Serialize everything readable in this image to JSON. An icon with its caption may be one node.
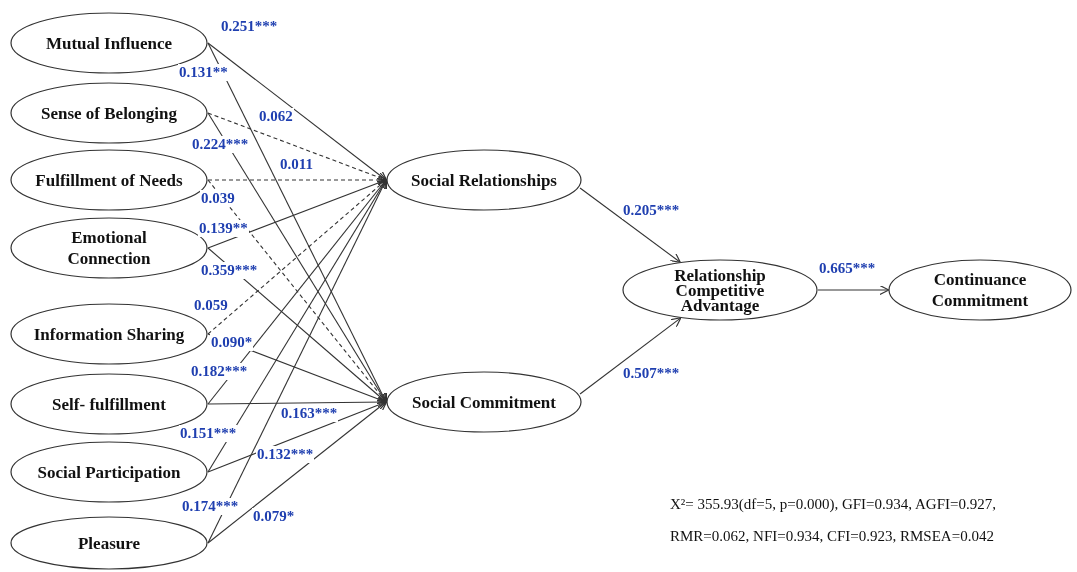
{
  "diagram": {
    "nodes": [
      {
        "text": [
          "Mutual Influence"
        ]
      },
      {
        "text": [
          "Sense of Belonging"
        ]
      },
      {
        "text": [
          "Fulfillment of Needs"
        ]
      },
      {
        "text": [
          "Emotional Connection"
        ]
      },
      {
        "text": [
          "Information Sharing"
        ]
      },
      {
        "text": [
          "Self- fulfillment"
        ]
      },
      {
        "text": [
          "Social Participation"
        ]
      },
      {
        "text": [
          "Pleasure"
        ]
      },
      {
        "text": [
          "Social Relationships"
        ]
      },
      {
        "text": [
          "Social Commitment"
        ]
      },
      {
        "text": [
          "Relationship Competitive Advantage"
        ]
      },
      {
        "text": [
          "Continuance Commitment"
        ]
      }
    ],
    "edges": [
      {
        "from": 0,
        "to": 8,
        "arrow": "to",
        "label": "0.251***"
      },
      {
        "from": 0,
        "to": 9,
        "arrow": "to",
        "label": "0.131**"
      },
      {
        "from": 1,
        "to": 8,
        "arrow": "to",
        "label": "0.062",
        "style": "dashed"
      },
      {
        "from": 1,
        "to": 9,
        "arrow": "to",
        "label": "0.224***"
      },
      {
        "from": 2,
        "to": 8,
        "arrow": "to",
        "label": "0.011",
        "style": "dashed"
      },
      {
        "from": 2,
        "to": 9,
        "arrow": "to",
        "label": "0.039",
        "style": "dashed"
      },
      {
        "from": 3,
        "to": 8,
        "arrow": "to",
        "label": "0.139**"
      },
      {
        "from": 3,
        "to": 9,
        "arrow": "to",
        "label": "0.359***"
      },
      {
        "from": 4,
        "to": 8,
        "arrow": "to",
        "label": "0.059",
        "style": "dashed"
      },
      {
        "from": 4,
        "to": 9,
        "arrow": "to",
        "label": "0.090*"
      },
      {
        "from": 5,
        "to": 8,
        "arrow": "to",
        "label": "0.182***"
      },
      {
        "from": 5,
        "to": 9,
        "arrow": "to",
        "label": "0.163***"
      },
      {
        "from": 6,
        "to": 8,
        "arrow": "to",
        "label": "0.151***"
      },
      {
        "from": 6,
        "to": 9,
        "arrow": "to",
        "label": "0.132***"
      },
      {
        "from": 7,
        "to": 8,
        "arrow": "to",
        "label": "0.174***"
      },
      {
        "from": 7,
        "to": 9,
        "arrow": "to",
        "label": "0.079*"
      },
      {
        "from": 8,
        "to": 10,
        "arrow": "to",
        "label": "0.205***"
      },
      {
        "from": 9,
        "to": 10,
        "arrow": "to",
        "label": "0.507***"
      },
      {
        "from": 10,
        "to": 11,
        "arrow": "to",
        "label": "0.665***"
      }
    ],
    "labels": [
      "X²= 355.93(df=5, p=0.000), GFI=0.934, AGFI=0.927,",
      "RMR=0.062, NFI=0.934, CFI=0.923, RMSEA=0.042"
    ]
  }
}
